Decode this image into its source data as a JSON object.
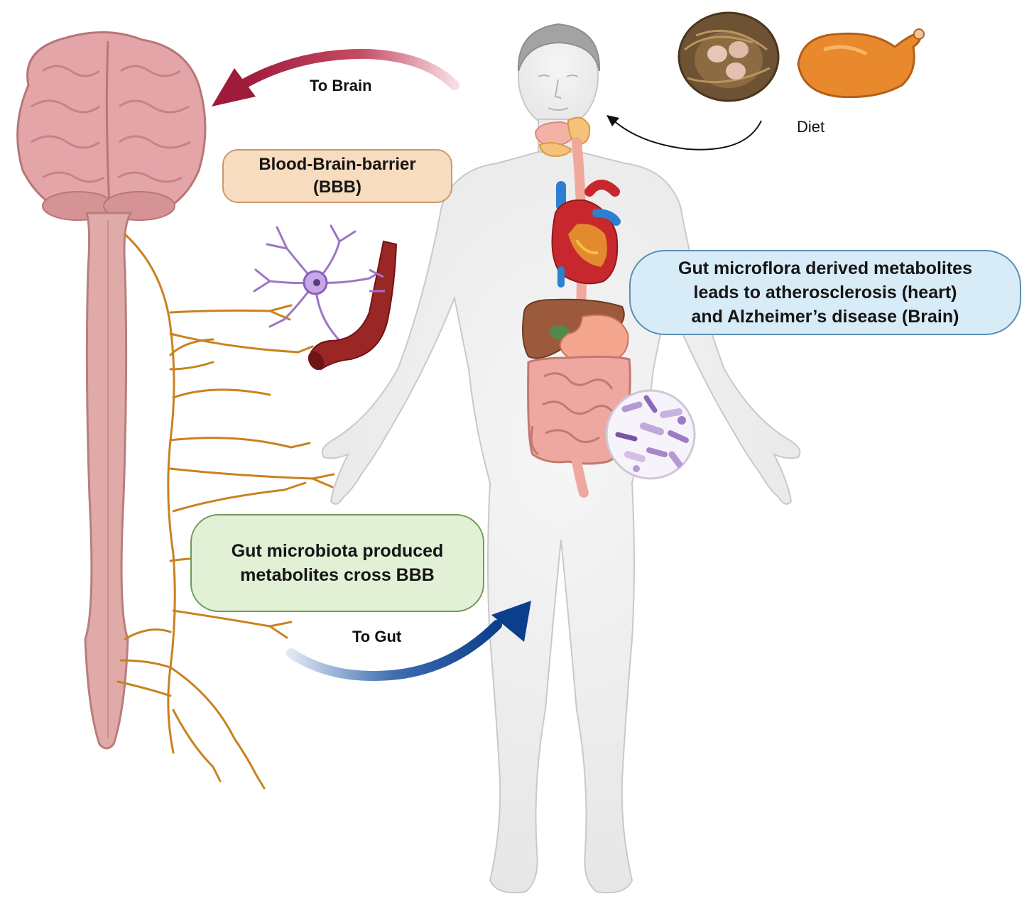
{
  "labels": {
    "to_brain": "To Brain",
    "to_gut": "To Gut",
    "diet": "Diet"
  },
  "boxes": {
    "bbb": "Blood-Brain-barrier\n(BBB)",
    "microflora": "Gut microflora derived metabolites\nleads to atherosclerosis (heart)\nand  Alzheimer’s disease (Brain)",
    "gut_microbiota": "Gut microbiota produced\nmetabolites cross  BBB"
  },
  "colors": {
    "to_brain_arrow": "#9e1b3a",
    "to_gut_arrow": "#0b3f8c",
    "nerves": "#c9821f",
    "brain": "#e3a5a8",
    "spinal_cord": "#e0aaa9",
    "body": "#ececec",
    "bbb_fill": "#f7dcbf",
    "microflora_fill": "#d8ecf8",
    "gut_fill": "#e2f0d6"
  },
  "icons": [
    "brain-icon",
    "spinal-cord-icon",
    "neuron-icon",
    "blood-vessel-icon",
    "human-body-icon",
    "heart-icon",
    "liver-icon",
    "intestine-icon",
    "bacteria-icon",
    "egg-nest-icon",
    "roast-chicken-icon"
  ]
}
